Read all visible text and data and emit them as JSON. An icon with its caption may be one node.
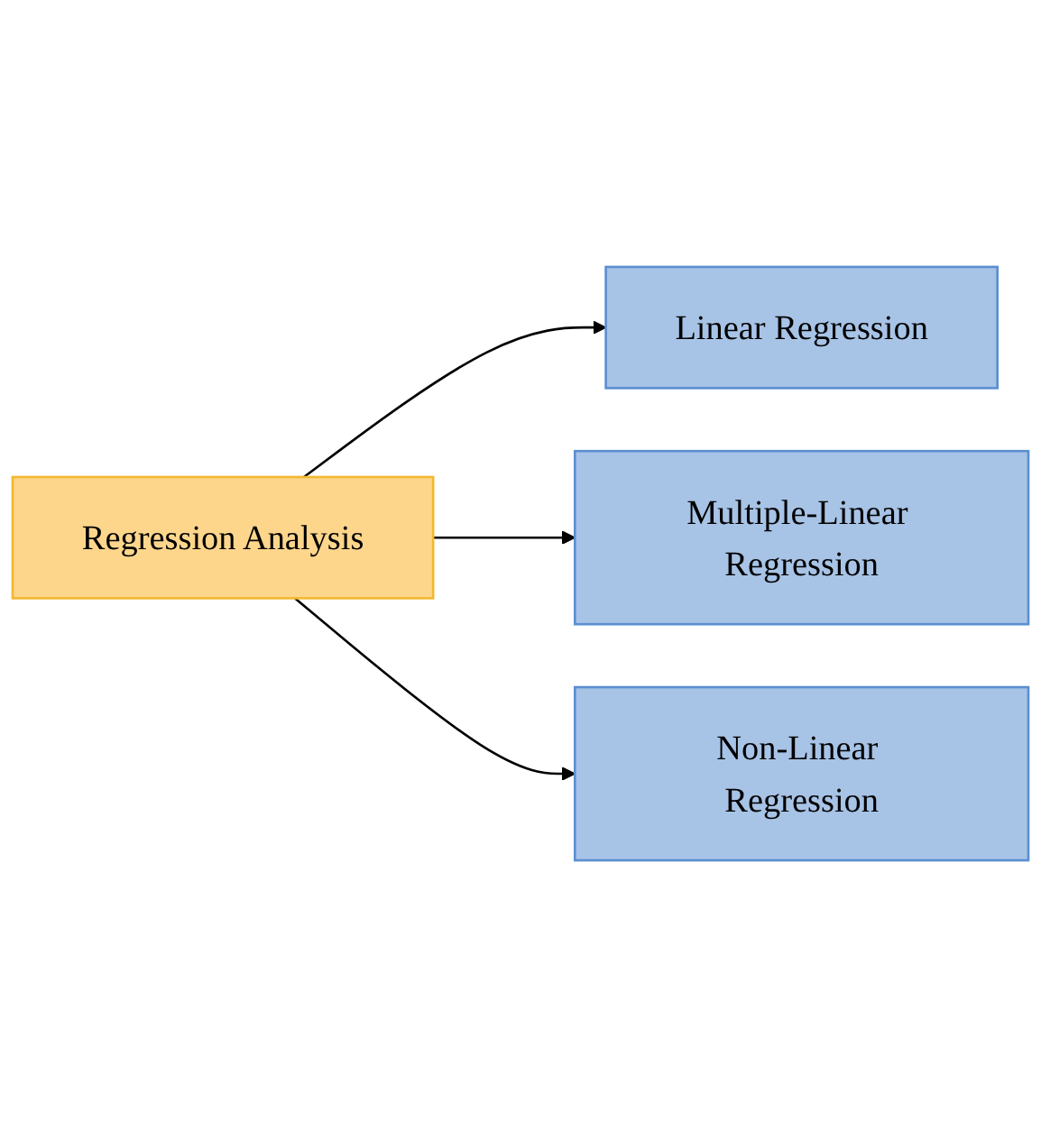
{
  "diagram": {
    "nodes": [
      {
        "text": [
          "Regression Analysis"
        ]
      },
      {
        "text": [
          "Linear Regression"
        ]
      },
      {
        "text": [
          "Multiple-Linear Regression"
        ]
      },
      {
        "text": [
          "Non-Linear Regression"
        ]
      }
    ],
    "edges": [
      {
        "from": 0,
        "to": 1,
        "arrow": "to"
      },
      {
        "from": 0,
        "to": 2,
        "arrow": "to"
      },
      {
        "from": 0,
        "to": 3,
        "arrow": "to"
      }
    ]
  }
}
